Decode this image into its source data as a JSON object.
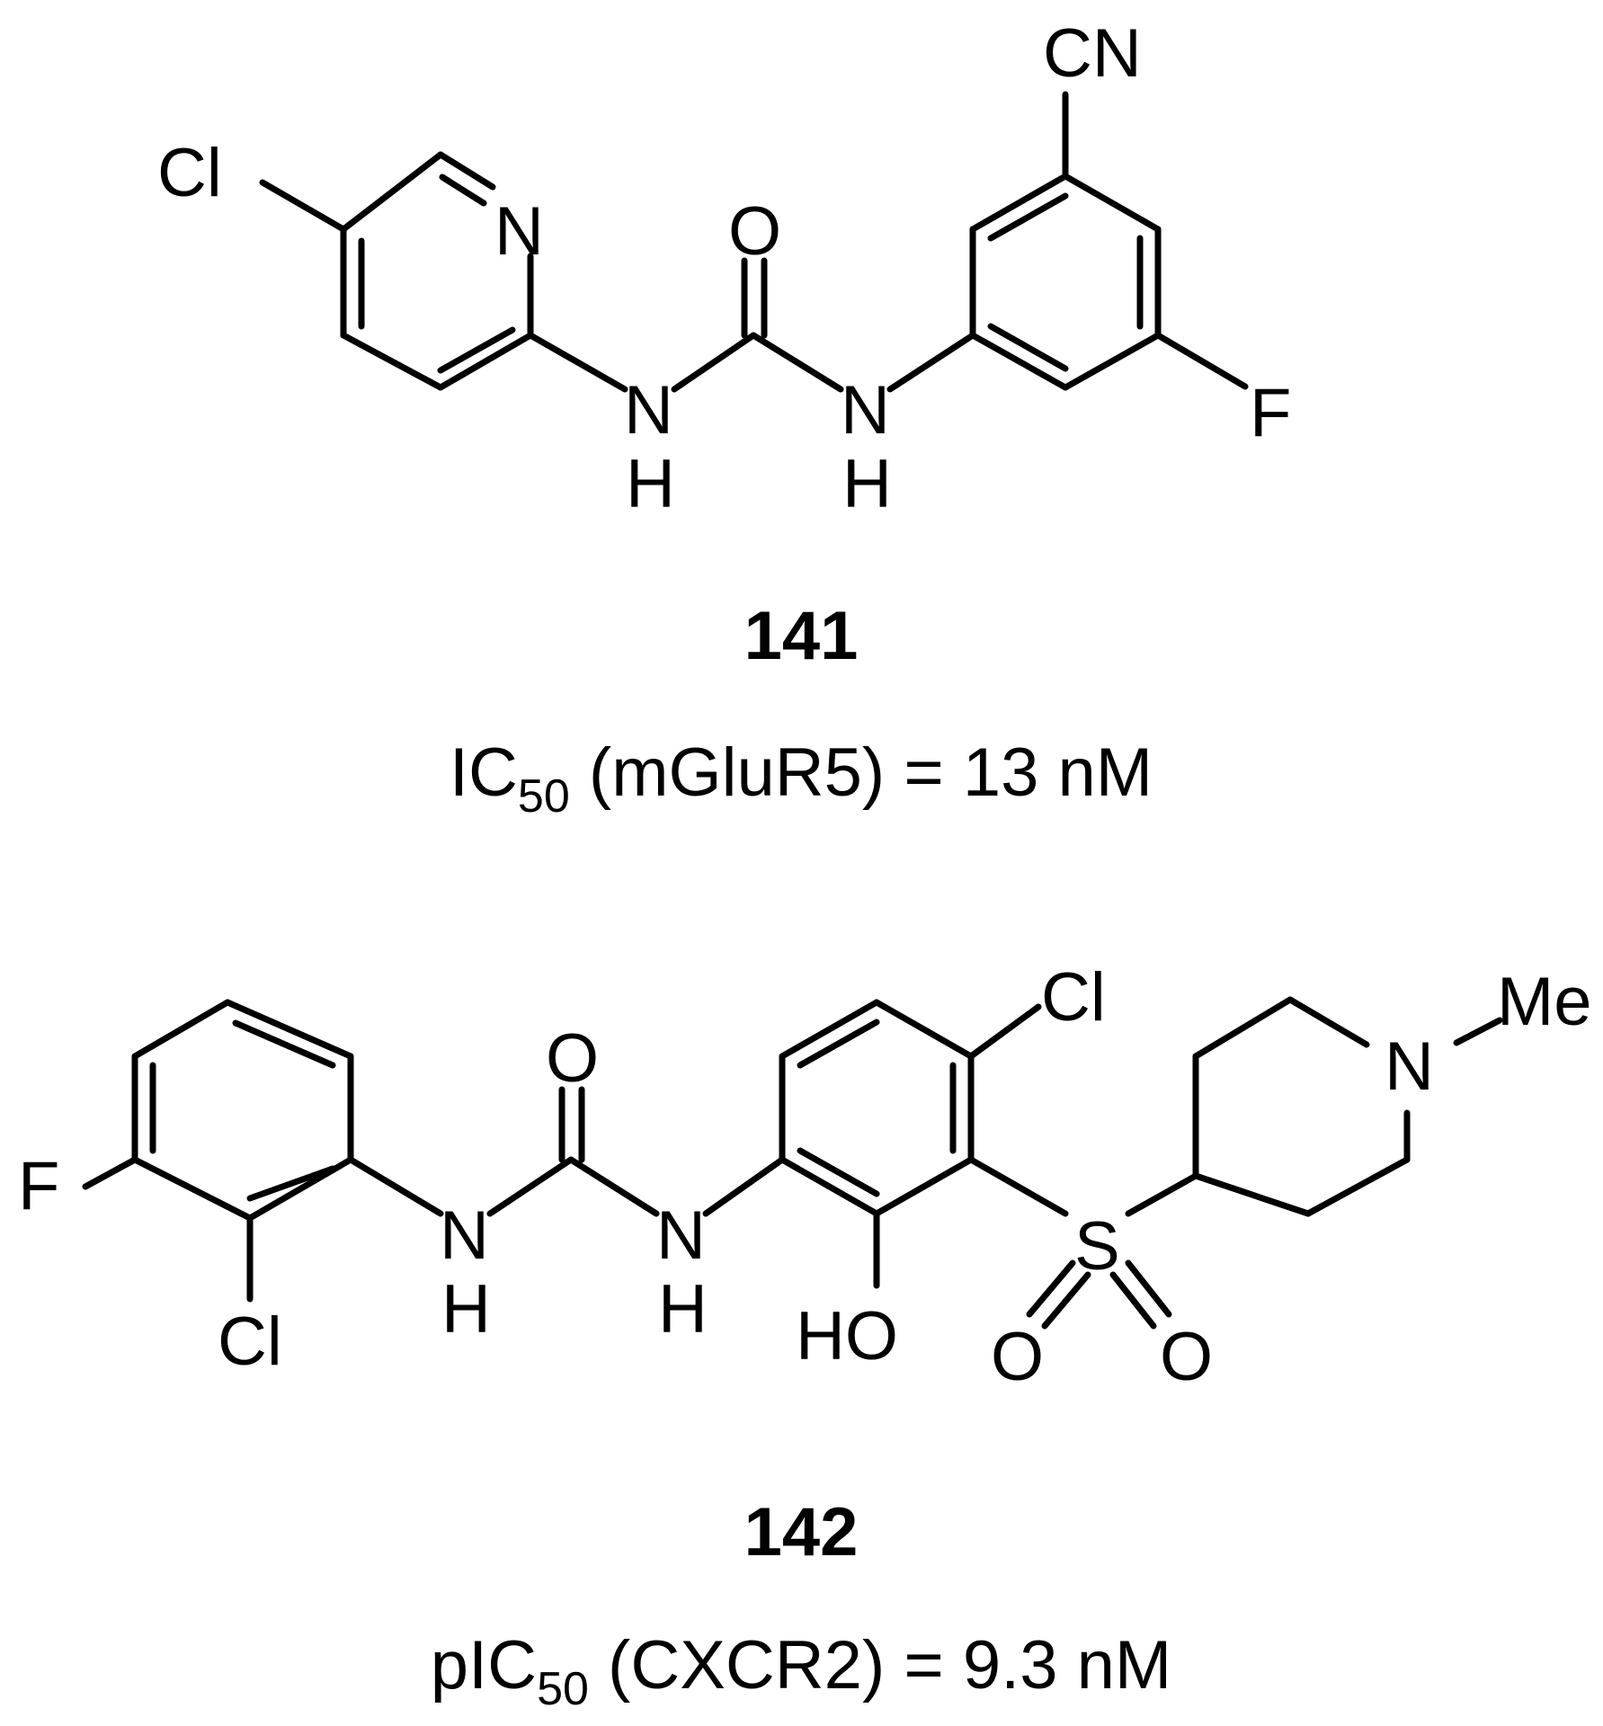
{
  "compounds": [
    {
      "number": "141",
      "activity": {
        "prefix": "IC",
        "subscript": "50",
        "suffix": " (mGluR5) = 13 nM"
      },
      "atoms": {
        "cl": "Cl",
        "n_pyridine": "N",
        "o": "O",
        "n1": "N",
        "h1": "H",
        "n2": "N",
        "h2": "H",
        "cn": "CN",
        "f": "F"
      }
    },
    {
      "number": "142",
      "activity": {
        "prefix": "pIC",
        "subscript": "50",
        "suffix": " (CXCR2) = 9.3 nM"
      },
      "atoms": {
        "f": "F",
        "cl_aryl": "Cl",
        "n1": "N",
        "h1": "H",
        "o_urea": "O",
        "n2": "N",
        "h2": "H",
        "ho": "HO",
        "cl_phenol": "Cl",
        "s": "S",
        "o_s1": "O",
        "o_s2": "O",
        "n_pip": "N",
        "me": "Me"
      }
    }
  ]
}
